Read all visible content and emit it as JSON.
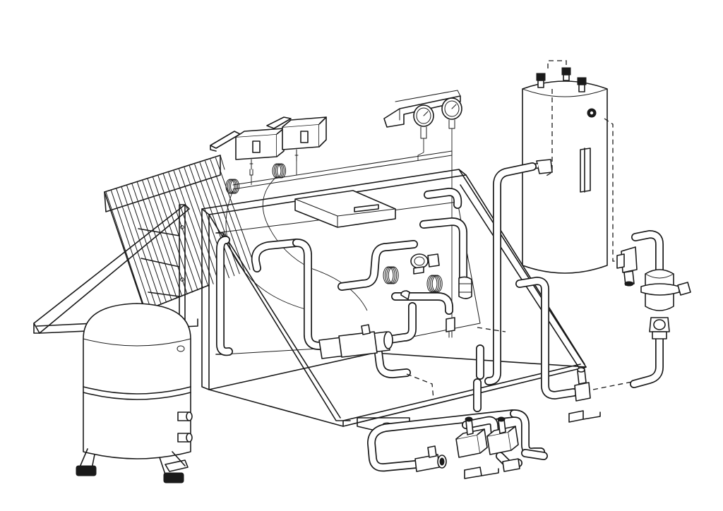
{
  "diagram": {
    "kind": "exploded line drawing of a refrigeration / condensing unit",
    "line_color": "#1a1a1a",
    "background": "#ffffff",
    "components": [
      {
        "name": "condenser-coil",
        "icon": "finned-coil"
      },
      {
        "name": "compressor",
        "icon": "hermetic-compressor"
      },
      {
        "name": "liquid-receiver",
        "icon": "vertical-tank"
      },
      {
        "name": "pressure-switch-low",
        "icon": "switch-box"
      },
      {
        "name": "pressure-switch-high",
        "icon": "switch-box"
      },
      {
        "name": "pressure-gauge-suction",
        "icon": "gauge"
      },
      {
        "name": "pressure-gauge-discharge",
        "icon": "gauge"
      },
      {
        "name": "base-frame",
        "icon": "frame"
      },
      {
        "name": "filter-drier",
        "icon": "cylinder"
      },
      {
        "name": "sight-glass",
        "icon": "sight-glass"
      },
      {
        "name": "solenoid-valves",
        "icon": "valve"
      },
      {
        "name": "shutoff-valves",
        "icon": "valve"
      },
      {
        "name": "mounting-brackets",
        "icon": "bracket"
      }
    ]
  }
}
